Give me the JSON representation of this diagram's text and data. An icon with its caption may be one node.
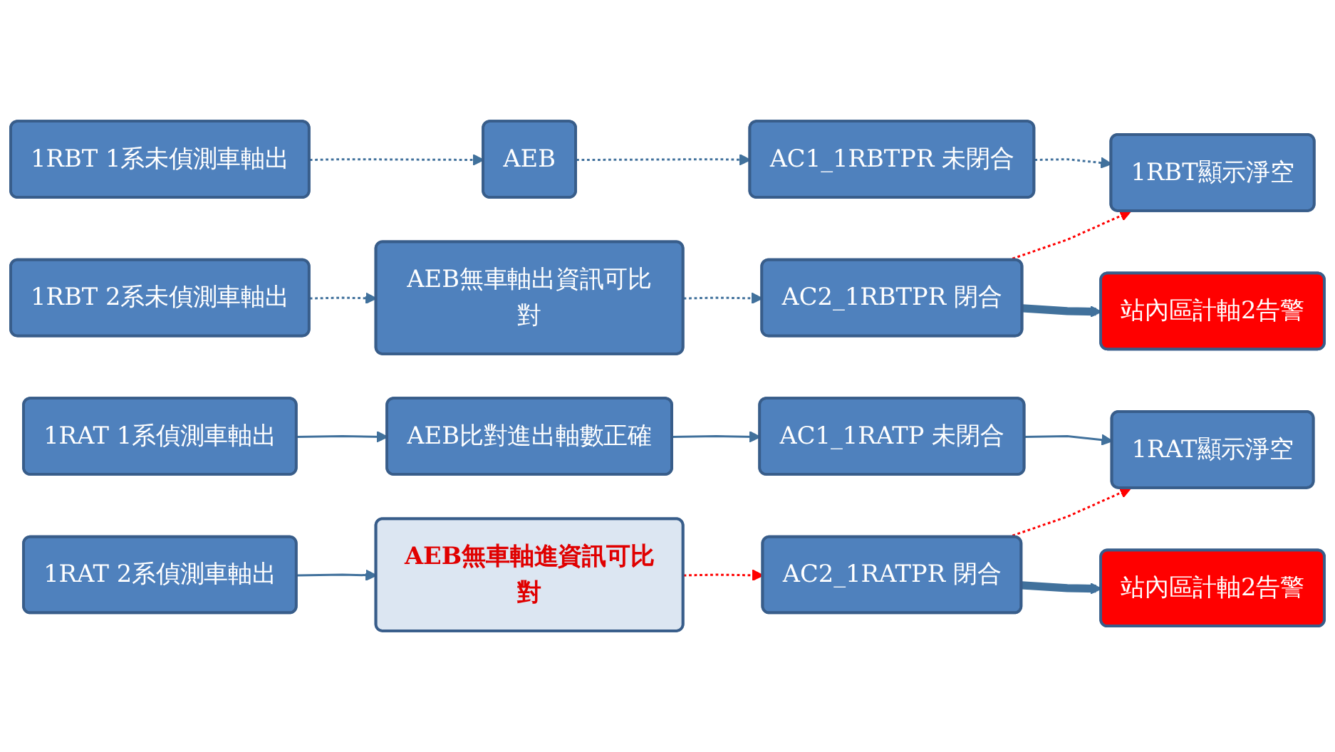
{
  "diagram": {
    "nodes": [
      {
        "text": [
          "1RBT 1系未偵測車軸出"
        ]
      },
      {
        "text": [
          "AEB"
        ]
      },
      {
        "text": [
          "AC1_1RBTPR 未閉合"
        ]
      },
      {
        "text": [
          "1RBT顯示淨空"
        ]
      },
      {
        "text": [
          "1RBT 2系未偵測車軸出"
        ]
      },
      {
        "text": [
          "AEB無車軸出資訊可比對"
        ]
      },
      {
        "text": [
          "AC2_1RBTPR 閉合"
        ]
      },
      {
        "text": [
          "站內區計軸2告警"
        ]
      },
      {
        "text": [
          "1RAT 1系偵測車軸出"
        ]
      },
      {
        "text": [
          "AEB比對進出軸數正確"
        ]
      },
      {
        "text": [
          "AC1_1RATP 未閉合"
        ]
      },
      {
        "text": [
          "1RAT顯示淨空"
        ]
      },
      {
        "text": [
          "1RAT 2系偵測車軸出"
        ]
      },
      {
        "text": [
          "AEB無車軸進資訊可比對"
        ]
      },
      {
        "text": [
          "AC2_1RATPR 閉合"
        ]
      },
      {
        "text": [
          "站內區計軸2告警"
        ]
      }
    ],
    "edges": [
      {
        "from": 0,
        "to": 1,
        "arrow": "to",
        "style": "dashed"
      },
      {
        "from": 1,
        "to": 2,
        "arrow": "to",
        "style": "dashed"
      },
      {
        "from": 2,
        "to": 3,
        "arrow": "to",
        "style": "dashed"
      },
      {
        "from": 4,
        "to": 5,
        "arrow": "to",
        "style": "dashed"
      },
      {
        "from": 5,
        "to": 6,
        "arrow": "to",
        "style": "dashed"
      },
      {
        "from": 6,
        "to": 3,
        "arrow": "to",
        "style": "dashed",
        "color": "#ff0000"
      },
      {
        "from": 6,
        "to": 7,
        "arrow": "to",
        "style": "thick"
      },
      {
        "from": 8,
        "to": 9,
        "arrow": "to"
      },
      {
        "from": 9,
        "to": 10,
        "arrow": "to"
      },
      {
        "from": 10,
        "to": 11,
        "arrow": "to"
      },
      {
        "from": 12,
        "to": 13,
        "arrow": "to"
      },
      {
        "from": 13,
        "to": 14,
        "arrow": "to",
        "style": "dashed",
        "color": "#ff0000"
      },
      {
        "from": 14,
        "to": 11,
        "arrow": "to",
        "style": "dashed",
        "color": "#ff0000"
      },
      {
        "from": 14,
        "to": 15,
        "arrow": "to",
        "style": "thick"
      }
    ]
  }
}
